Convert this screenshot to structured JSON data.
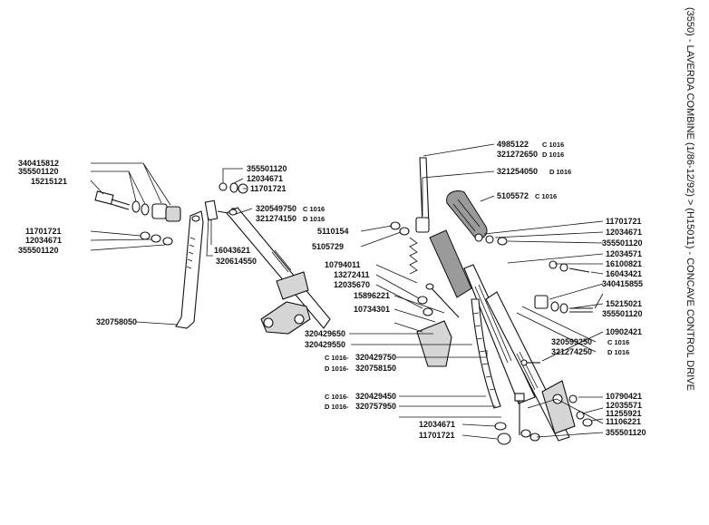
{
  "title": "(3550) - LAVERDA COMBINE (1/86-12/92) > (H15011) - CONCAVE CONTROL DRIVE",
  "labels": [
    {
      "id": "l01",
      "code": "340415812",
      "note": ""
    },
    {
      "id": "l02",
      "code": "355501120",
      "note": ""
    },
    {
      "id": "l03",
      "code": "15215121",
      "note": ""
    },
    {
      "id": "l04",
      "code": "11701721",
      "note": ""
    },
    {
      "id": "l05",
      "code": "12034671",
      "note": ""
    },
    {
      "id": "l06",
      "code": "355501120",
      "note": ""
    },
    {
      "id": "l07",
      "code": "355501120",
      "note": ""
    },
    {
      "id": "l08",
      "code": "12034671",
      "note": ""
    },
    {
      "id": "l09",
      "code": "11701721",
      "note": ""
    },
    {
      "id": "l10",
      "code": "320549750",
      "note": "C 1016"
    },
    {
      "id": "l11",
      "code": "321274150",
      "note": "D 1016"
    },
    {
      "id": "l12",
      "code": "16043621",
      "note": ""
    },
    {
      "id": "l13",
      "code": "320614550",
      "note": ""
    },
    {
      "id": "l14",
      "code": "320758050",
      "note": ""
    },
    {
      "id": "l15",
      "code": "4985122",
      "note": "C 1016"
    },
    {
      "id": "l16",
      "code": "321272650",
      "note": "D 1016"
    },
    {
      "id": "l17",
      "code": "321254050",
      "note": "D 1016"
    },
    {
      "id": "l18",
      "code": "5105572",
      "note": "C 1016"
    },
    {
      "id": "l19",
      "code": "5110154",
      "note": ""
    },
    {
      "id": "l20",
      "code": "5105729",
      "note": ""
    },
    {
      "id": "l21",
      "code": "10794011",
      "note": ""
    },
    {
      "id": "l22",
      "code": "13272411",
      "note": ""
    },
    {
      "id": "l23",
      "code": "12035670",
      "note": ""
    },
    {
      "id": "l24",
      "code": "15896221",
      "note": ""
    },
    {
      "id": "l25",
      "code": "10734301",
      "note": ""
    },
    {
      "id": "l26",
      "code": "320429650",
      "note": ""
    },
    {
      "id": "l27",
      "code": "320429550",
      "note": ""
    },
    {
      "id": "l28",
      "code": "320429750",
      "note": "C 1016-"
    },
    {
      "id": "l29",
      "code": "320758150",
      "note": "D 1016-"
    },
    {
      "id": "l30",
      "code": "320429450",
      "note": "C 1016-"
    },
    {
      "id": "l31",
      "code": "320757950",
      "note": "D 1016-"
    },
    {
      "id": "l32",
      "code": "12034671",
      "note": ""
    },
    {
      "id": "l33",
      "code": "11701721",
      "note": ""
    },
    {
      "id": "l34",
      "code": "11701721",
      "note": ""
    },
    {
      "id": "l35",
      "code": "12034671",
      "note": ""
    },
    {
      "id": "l36",
      "code": "355501120",
      "note": ""
    },
    {
      "id": "l37",
      "code": "12034571",
      "note": ""
    },
    {
      "id": "l38",
      "code": "16100821",
      "note": ""
    },
    {
      "id": "l39",
      "code": "16043421",
      "note": ""
    },
    {
      "id": "l40",
      "code": "340415855",
      "note": ""
    },
    {
      "id": "l41",
      "code": "15215021",
      "note": ""
    },
    {
      "id": "l42",
      "code": "355501120",
      "note": ""
    },
    {
      "id": "l43",
      "code": "10902421",
      "note": ""
    },
    {
      "id": "l44",
      "code": "320599250",
      "note": "C 1016"
    },
    {
      "id": "l45",
      "code": "321274250",
      "note": "D 1016"
    },
    {
      "id": "l46",
      "code": "10790421",
      "note": ""
    },
    {
      "id": "l47",
      "code": "12035571",
      "note": ""
    },
    {
      "id": "l48",
      "code": "11255921",
      "note": ""
    },
    {
      "id": "l49",
      "code": "11106221",
      "note": ""
    },
    {
      "id": "l50",
      "code": "355501120",
      "note": ""
    }
  ]
}
